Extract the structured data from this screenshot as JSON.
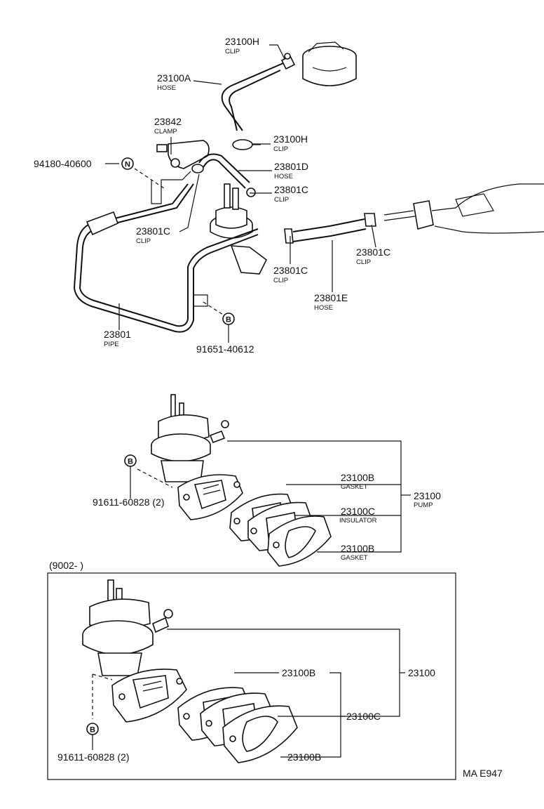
{
  "diagram_code": "MA E947",
  "date_range": "(9002-         )",
  "upper": {
    "labels": [
      {
        "pn": "23100H",
        "desc": "CLIP"
      },
      {
        "pn": "23100A",
        "desc": "HOSE"
      },
      {
        "pn": "23842",
        "desc": "CLAMP"
      },
      {
        "pn": "23100H",
        "desc": "CLIP"
      },
      {
        "pn": "94180-40600",
        "desc": ""
      },
      {
        "pn": "23801D",
        "desc": "HOSE"
      },
      {
        "pn": "23801C",
        "desc": "CLIP"
      },
      {
        "pn": "23801C",
        "desc": "CLIP"
      },
      {
        "pn": "23801C",
        "desc": "CLIP"
      },
      {
        "pn": "23801C",
        "desc": "CLIP"
      },
      {
        "pn": "23801E",
        "desc": "HOSE"
      },
      {
        "pn": "23801",
        "desc": "PIPE"
      },
      {
        "pn": "91651-40612",
        "desc": ""
      }
    ],
    "symbols": {
      "nut": "N",
      "bolt": "B"
    }
  },
  "middle": {
    "labels": [
      {
        "pn": "23100B",
        "desc": "GASKET"
      },
      {
        "pn": "23100C",
        "desc": "INSULATOR"
      },
      {
        "pn": "23100B",
        "desc": "GASKET"
      },
      {
        "pn": "23100",
        "desc": "PUMP"
      },
      {
        "pn": "91611-60828 (2)",
        "desc": ""
      }
    ],
    "symbols": {
      "bolt": "B"
    }
  },
  "lower": {
    "labels": [
      {
        "pn": "23100B"
      },
      {
        "pn": "23100"
      },
      {
        "pn": "23100C"
      },
      {
        "pn": "23100B"
      },
      {
        "pn": "91611-60828 (2)"
      }
    ],
    "symbols": {
      "bolt": "B"
    }
  }
}
